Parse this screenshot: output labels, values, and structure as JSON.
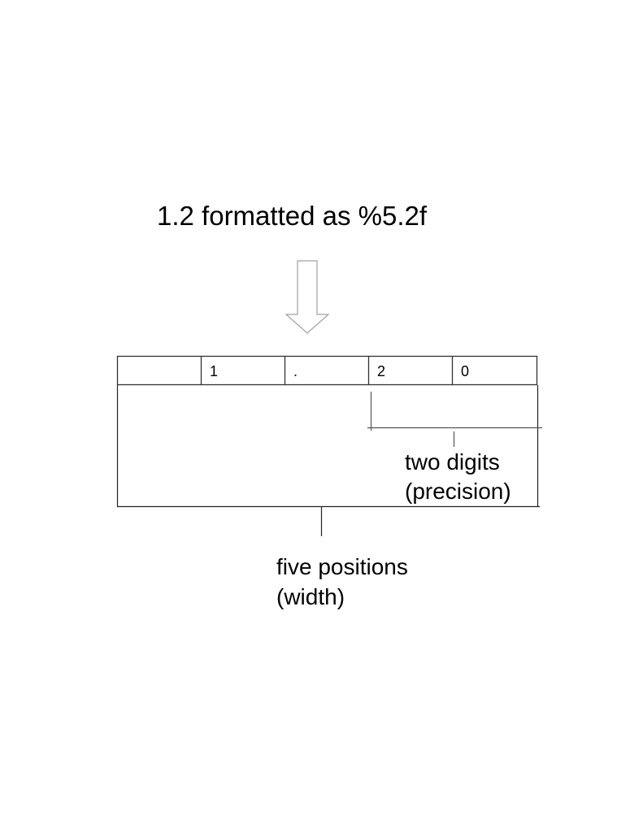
{
  "title": "1.2 formatted as %5.2f",
  "cells": [
    {
      "value": ""
    },
    {
      "value": "1"
    },
    {
      "value": "."
    },
    {
      "value": "2"
    },
    {
      "value": "0"
    }
  ],
  "precision_label": {
    "line1": "two digits",
    "line2": "(precision)"
  },
  "width_label": {
    "line1": "five positions",
    "line2": "(width)"
  },
  "colors": {
    "lines": "#222222",
    "arrow_outline": "#a0a0a0"
  }
}
